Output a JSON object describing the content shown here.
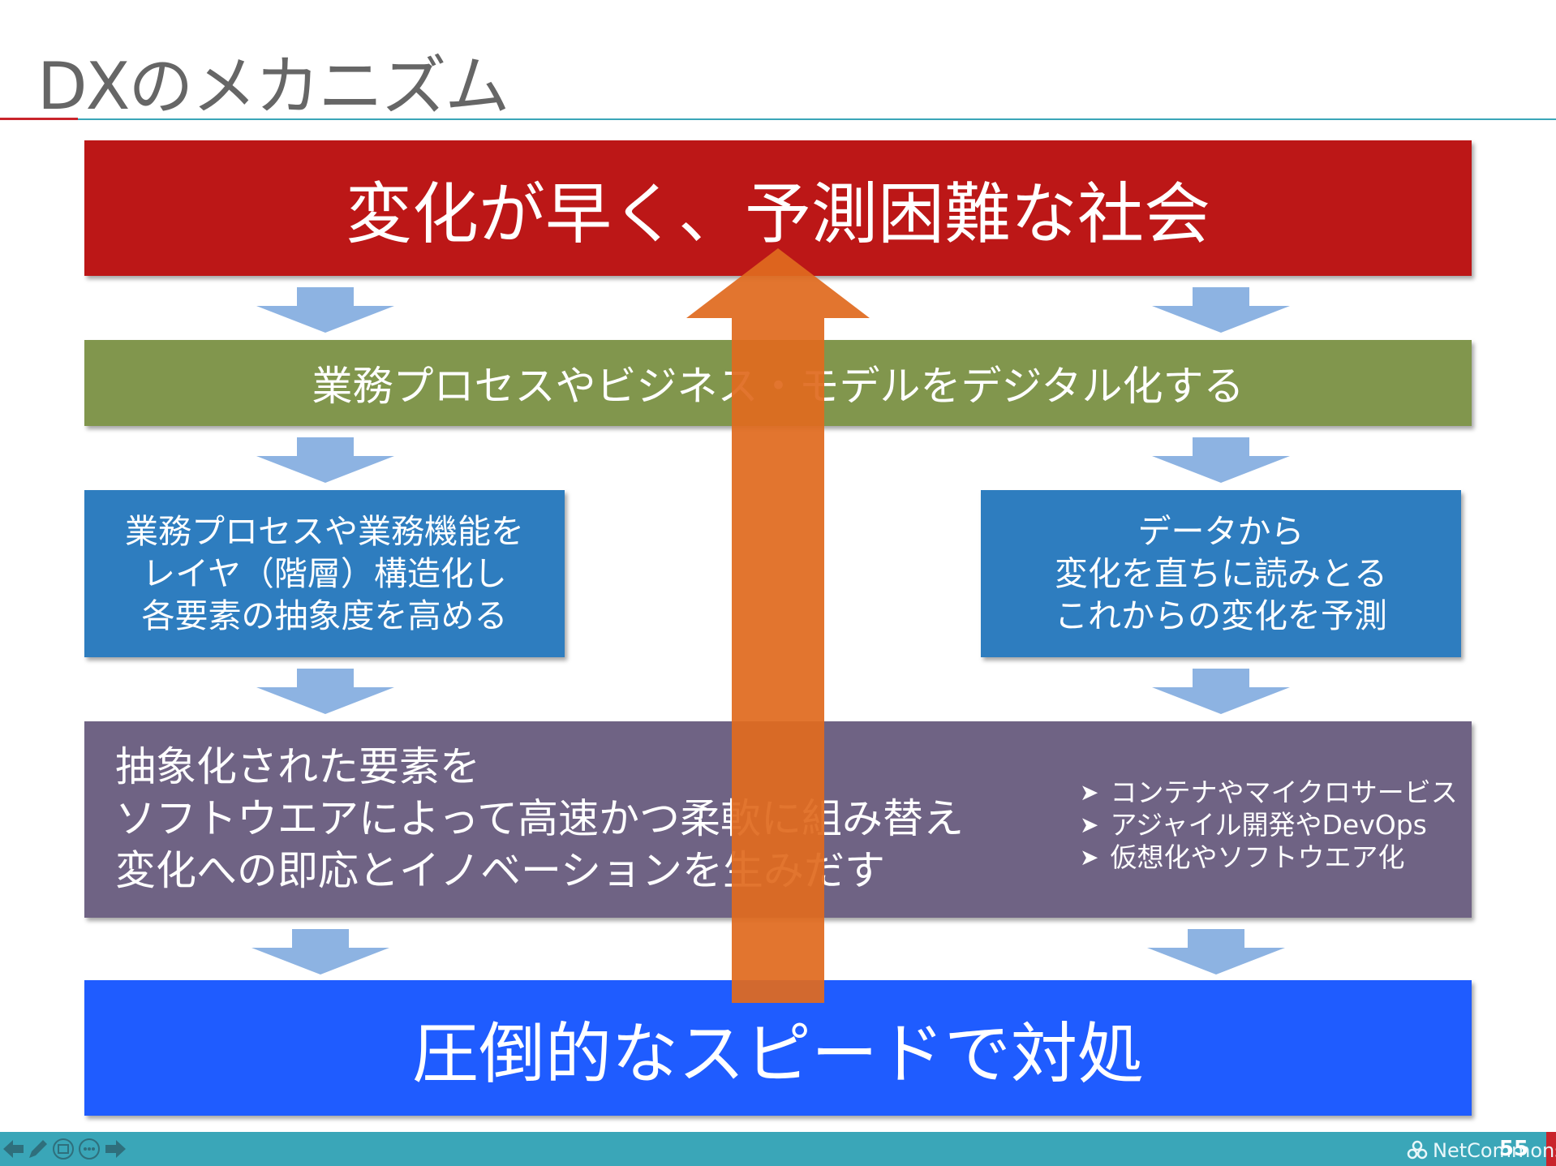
{
  "slide": {
    "title": "DXのメカニズム",
    "top_box": "変化が早く、予測困難な社会",
    "digital_box": "業務プロセスやビジネス・モデルをデジタル化する",
    "layer_box": "業務プロセスや業務機能を\nレイヤ（階層）構造化し\n各要素の抽象度を高める",
    "data_box": "データから\n変化を直ちに読みとる\nこれからの変化を予測",
    "software_box": {
      "lines": [
        "抽象化された要素を",
        "ソフトウエアによって高速かつ柔軟に組み替え",
        "変化への即応とイノベーションを生みだす"
      ],
      "bullets": [
        "コンテナやマイクロサービス",
        "アジャイル開発やDevOps",
        "仮想化やソフトウエア化"
      ]
    },
    "bottom_box": "圧倒的なスピードで対処"
  },
  "colors": {
    "top_box": "#bc1717",
    "digital_box": "#81964d",
    "blue_boxes": "#2e7dbf",
    "software_box": "#6f6384",
    "bottom_box": "#1f5cff",
    "up_arrow": "#e06a1f",
    "down_arrows": "#8db3e2",
    "footer": "#3aa6b8"
  },
  "footer": {
    "logo": "NetCommons",
    "page_number": "55",
    "icons": [
      "arrow-left-icon",
      "pen-icon",
      "slides-icon",
      "more-icon",
      "arrow-right-icon"
    ]
  }
}
